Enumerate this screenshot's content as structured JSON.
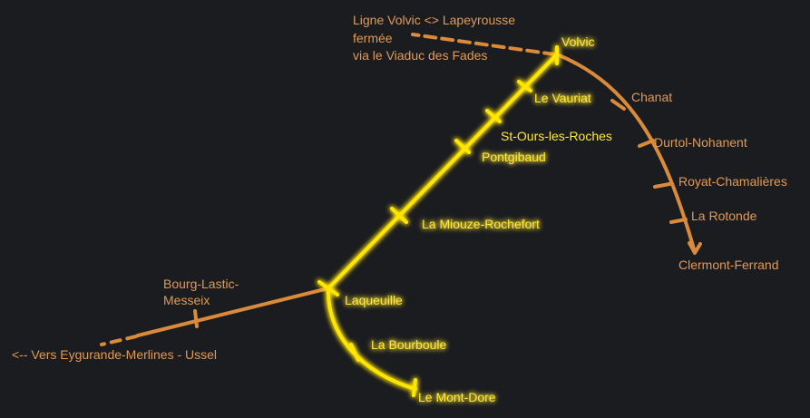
{
  "note": {
    "line1": "Ligne Volvic <> Lapeyrousse",
    "line2": "fermée",
    "line3": "via le Viaduc des Fades"
  },
  "stations": {
    "volvic": "Volvic",
    "le_vauriat": "Le Vauriat",
    "st_ours": "St-Ours-les-Roches",
    "pontgibaud": "Pontgibaud",
    "la_miouze": "La Miouze-Rochefort",
    "laqueuille": "Laqueuille",
    "la_bourboule": "La Bourboule",
    "le_mont_dore": "Le Mont-Dore",
    "chanat": "Chanat",
    "durtol": "Durtol-Nohanent",
    "royat": "Royat-Chamalières",
    "la_rotonde": "La Rotonde",
    "clermont": "Clermont-Ferrand",
    "bourg_lastic_1": "Bourg-Lastic-",
    "bourg_lastic_2": "Messeix",
    "eygurande": "<-- Vers Eygurande-Merlines - Ussel"
  },
  "colors": {
    "background": "#1b1c20",
    "active_line": "#ffe600",
    "other_line": "#d98b3a",
    "active_label": "#ffe838",
    "other_label": "#e09a55"
  }
}
